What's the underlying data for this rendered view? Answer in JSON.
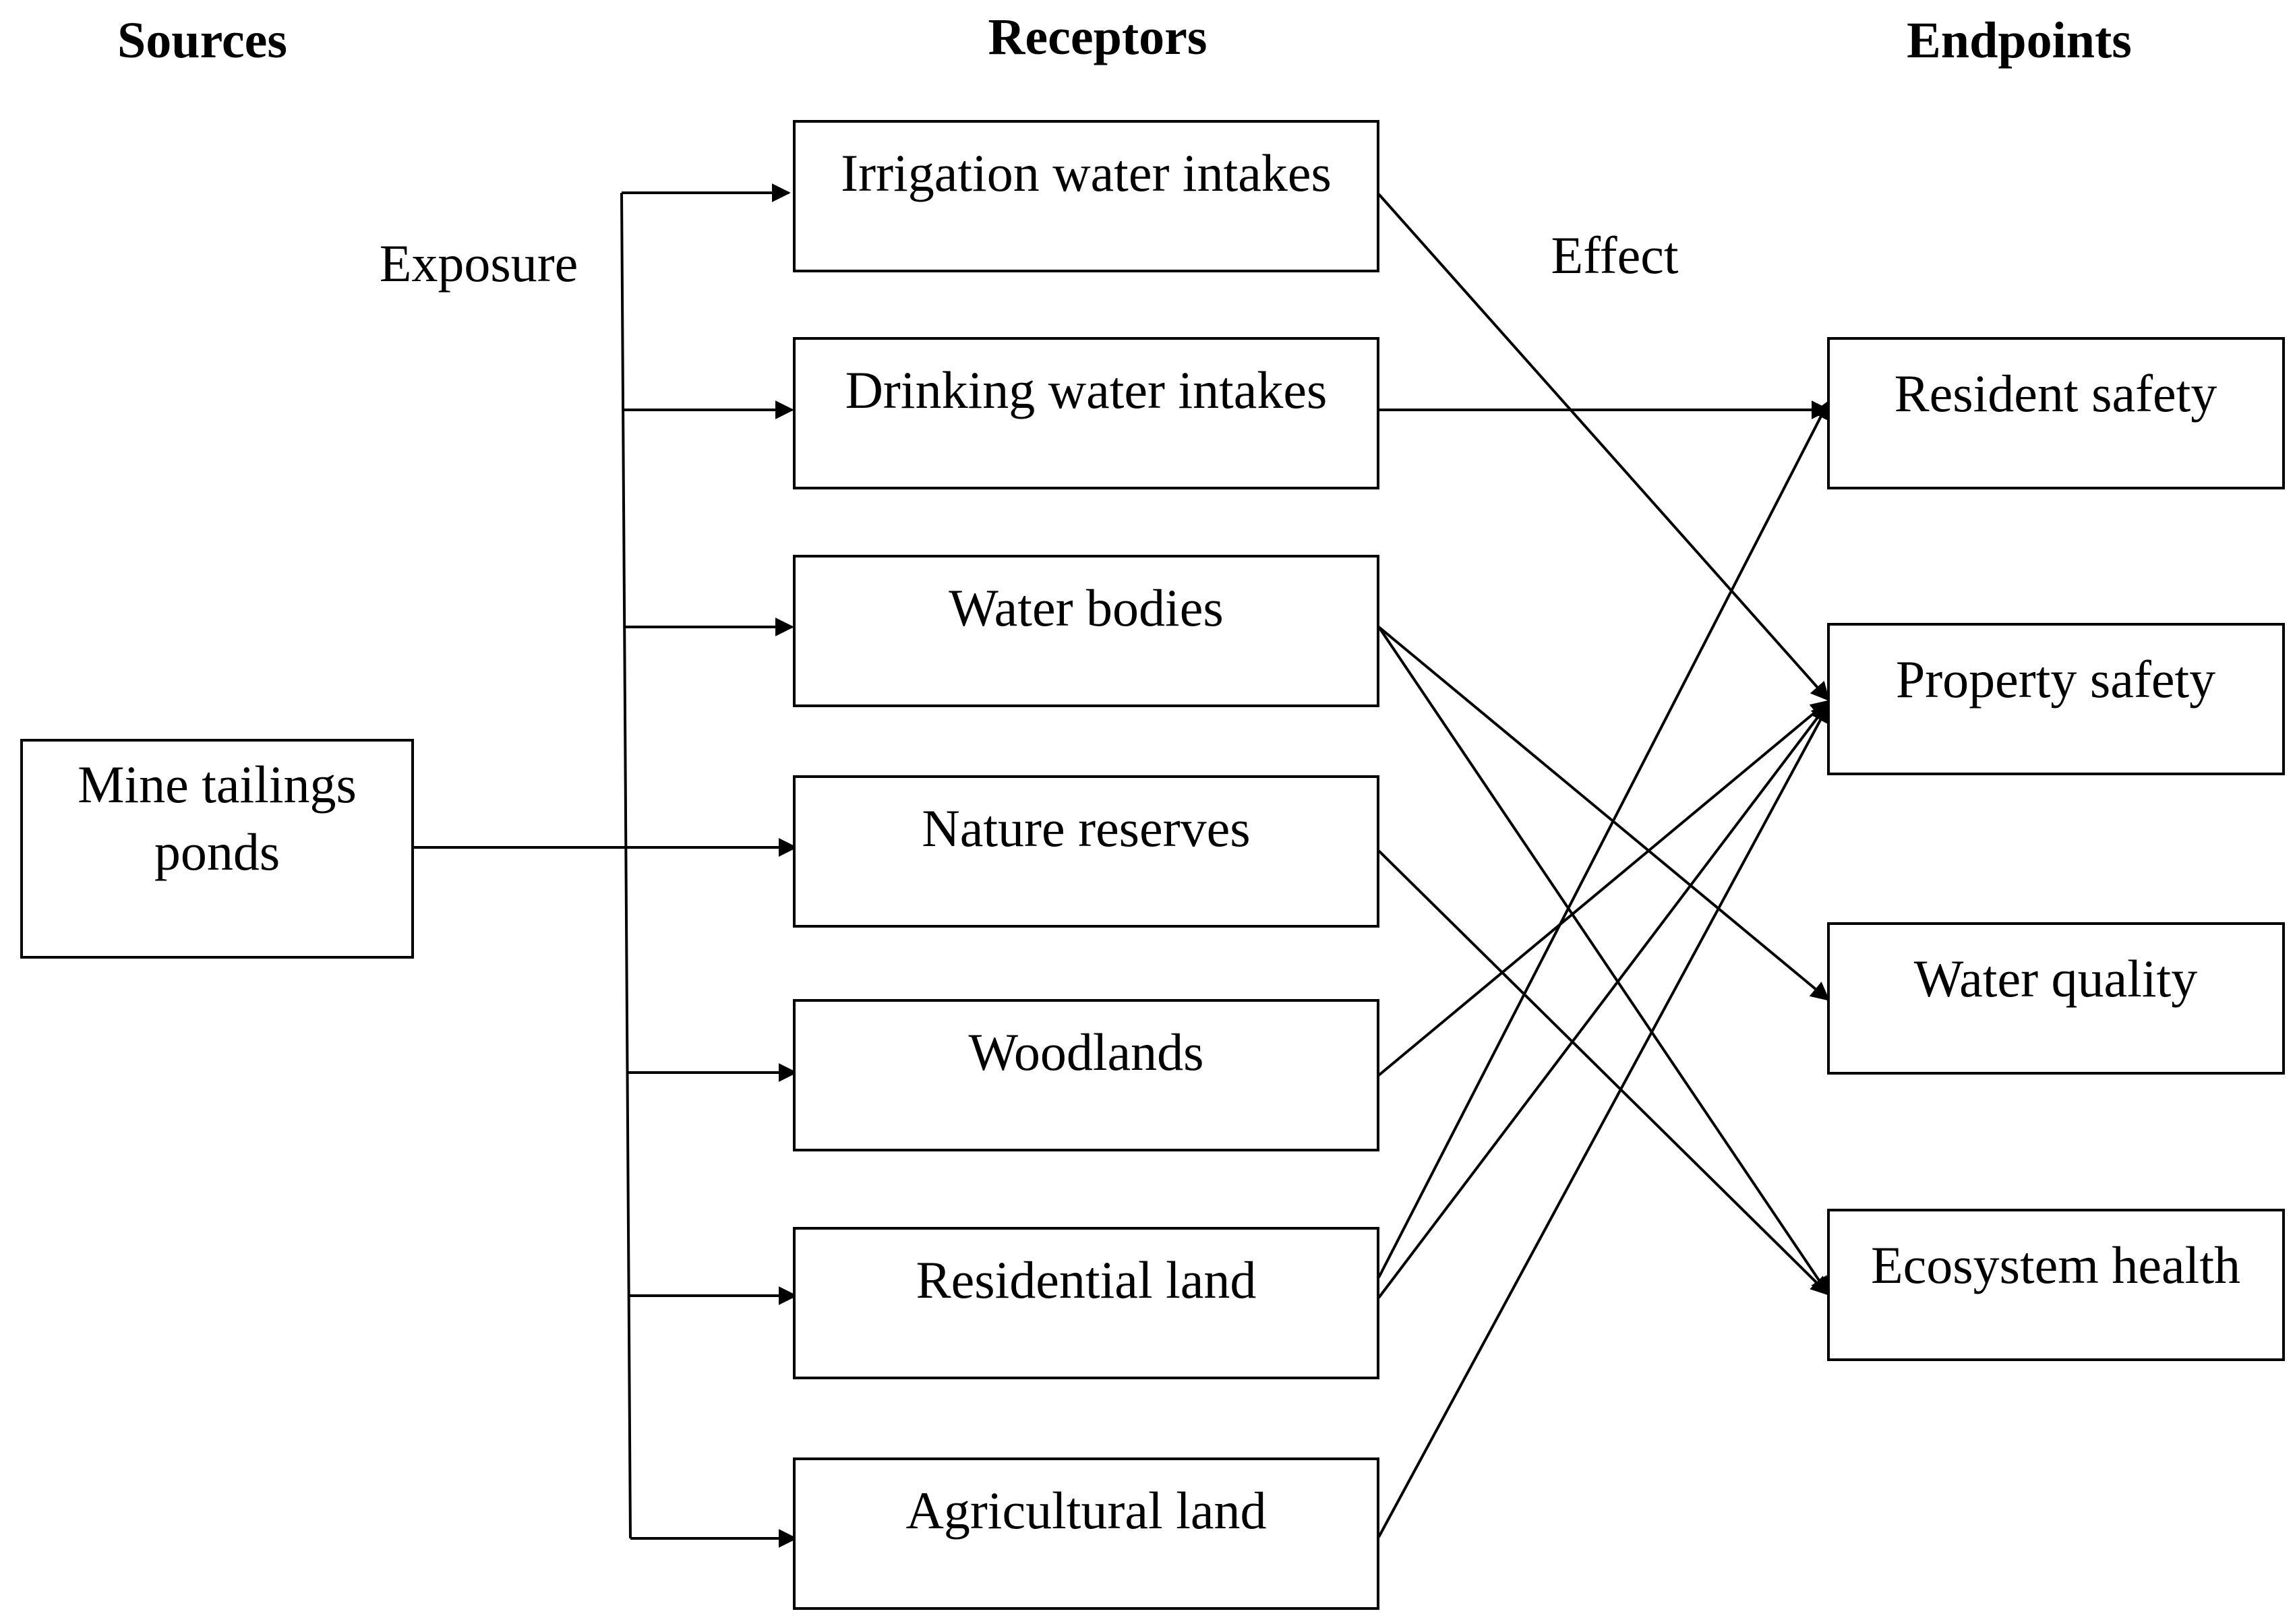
{
  "headings": {
    "sources": "Sources",
    "receptors": "Receptors",
    "endpoints": "Endpoints"
  },
  "labels": {
    "exposure": "Exposure",
    "effect": "Effect"
  },
  "source": {
    "line1": "Mine tailings",
    "line2": "ponds"
  },
  "receptors": [
    "Irrigation water intakes",
    "Drinking water intakes",
    "Water bodies",
    "Nature reserves",
    "Woodlands",
    "Residential land",
    "Agricultural land"
  ],
  "endpoints": [
    "Resident safety",
    "Property safety",
    "Water quality",
    "Ecosystem health"
  ]
}
